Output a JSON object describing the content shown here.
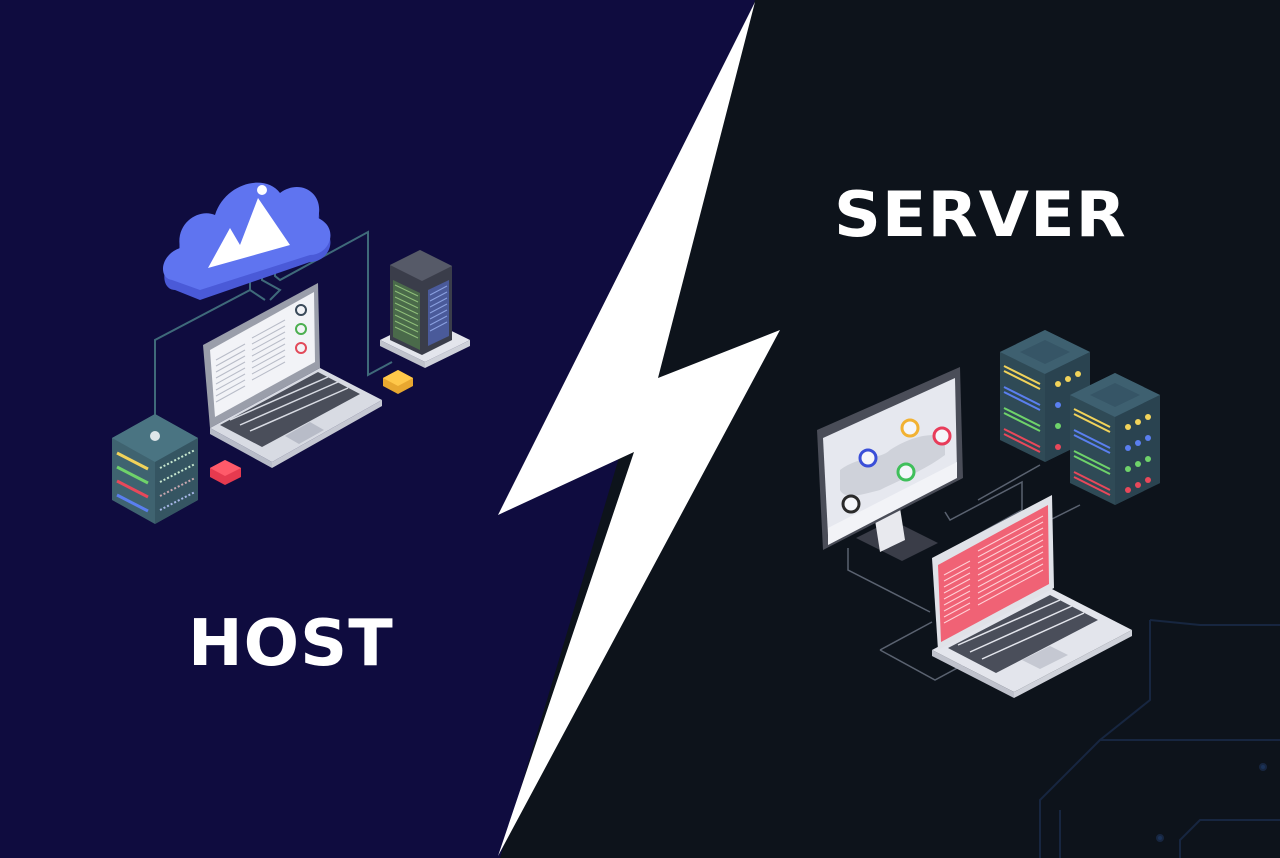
{
  "left_panel": {
    "title": "HOST",
    "background_color": "#0f0c3f",
    "illustration": {
      "name": "host-network-illustration",
      "elements": [
        "cloud-icon",
        "laptop",
        "server-tower",
        "server-stack",
        "yellow-block",
        "red-block"
      ],
      "cloud_color": "#5a6fe8",
      "laptop_screen_indicators": [
        "#3a4a5a",
        "#4caf50",
        "#e24a5a"
      ]
    }
  },
  "right_panel": {
    "title": "SERVER",
    "background_color": "#0d131b",
    "illustration": {
      "name": "server-network-illustration",
      "elements": [
        "desktop-monitor",
        "laptop",
        "server-rack",
        "server-rack"
      ],
      "monitor_badge_colors": [
        "#f2b233",
        "#e83c5a",
        "#3a4fd8",
        "#3fbf5a",
        "#2a2a2a"
      ],
      "laptop_screen_color": "#f06275",
      "server_led_colors": [
        "#f2d35a",
        "#5a7ff0",
        "#6fd36a",
        "#e8485a"
      ]
    }
  },
  "divider": {
    "name": "lightning-bolt",
    "color": "#ffffff"
  }
}
